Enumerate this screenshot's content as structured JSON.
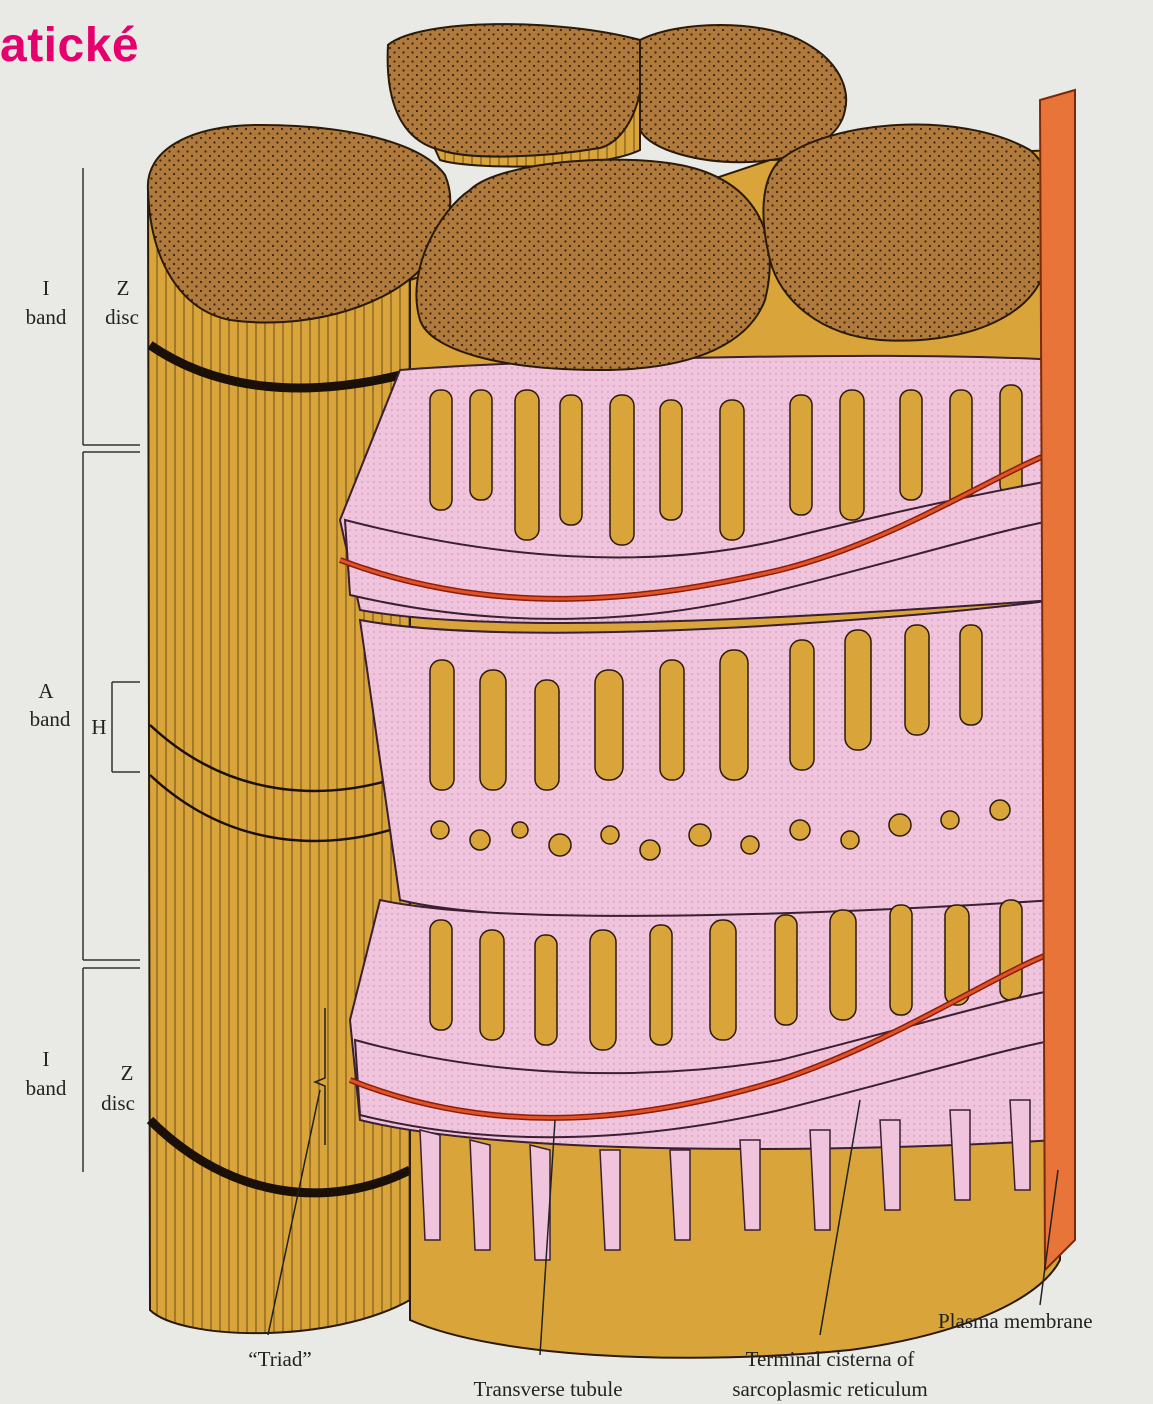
{
  "heading": "atické",
  "band_labels": {
    "i_band_top_letter": "I",
    "i_band_top_word": "band",
    "z_disc_top_letter": "Z",
    "z_disc_top_word": "disc",
    "a_band_letter": "A",
    "a_band_word": "band",
    "h_zone": "H",
    "i_band_bottom_letter": "I",
    "i_band_bottom_word": "band",
    "z_disc_bottom_letter": "Z",
    "z_disc_bottom_word": "disc"
  },
  "callouts": {
    "triad": "“Triad”",
    "transverse_tubule": "Transverse tubule",
    "terminal_cisterna_line1": "Terminal cisterna of",
    "terminal_cisterna_line2": "sarcoplasmic reticulum",
    "plasma_membrane": "Plasma membrane"
  },
  "colors": {
    "heading": "#e5006d",
    "myofibril": "#d9a53a",
    "myofibril_top": "#b07a3c",
    "reticulum": "#f0c4dc",
    "t_tubule": "#e0532a",
    "membrane": "#e8743a",
    "background": "#e9eae5"
  }
}
